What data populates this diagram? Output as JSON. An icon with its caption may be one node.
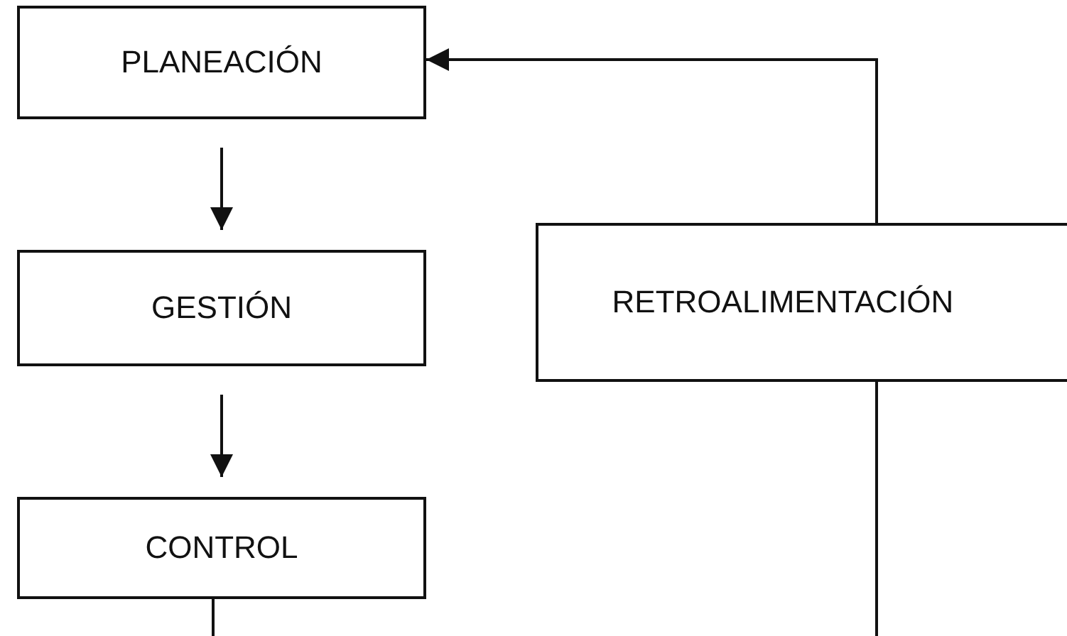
{
  "diagram": {
    "nodes": [
      {
        "text": [
          "PLANEACIÓN"
        ]
      },
      {
        "text": [
          "GESTIÓN"
        ]
      },
      {
        "text": [
          "CONTROL"
        ]
      },
      {
        "text": [
          "RETROALIMENTACIÓN"
        ]
      }
    ],
    "edges": [
      {
        "from": 0,
        "to": 1,
        "arrow": "to"
      },
      {
        "from": 1,
        "to": 2,
        "arrow": "to"
      },
      {
        "from": 3,
        "to": 0,
        "arrow": "to"
      },
      {
        "from": 2,
        "to": null,
        "arrow": "none"
      },
      {
        "from": 3,
        "to": null,
        "arrow": "none"
      }
    ]
  }
}
